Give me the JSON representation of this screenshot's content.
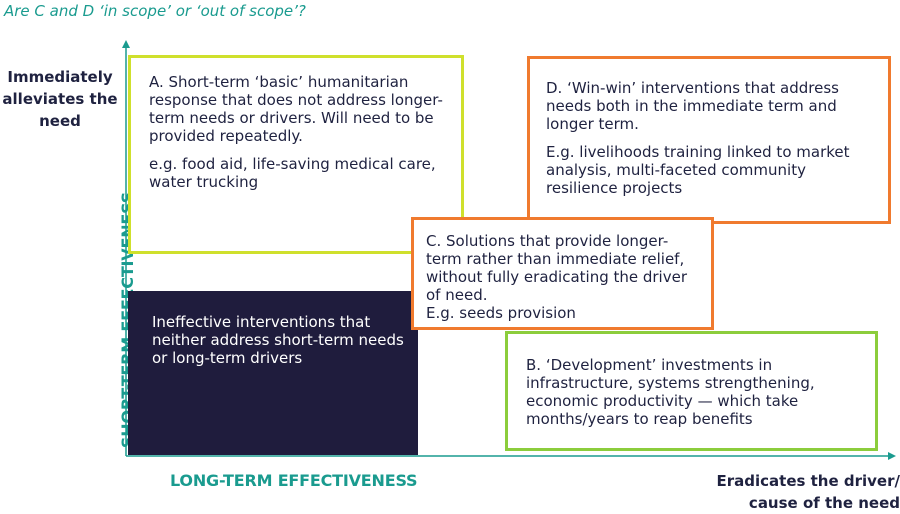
{
  "question": "Are C and D ‘in scope’ or ‘out of scope’?",
  "axes": {
    "y_top_label": "Immediately alleviates the need",
    "y_axis_title": "SHORT-TERM EFFECTIVENESS",
    "x_axis_title": "LONG-TERM EFFECTIVENESS",
    "x_right_label_line1": "Eradicates the driver/",
    "x_right_label_line2": "cause of the need"
  },
  "boxes": {
    "a": {
      "text": "A. Short-term ‘basic’ humanitarian response that does not address longer-term needs or drivers. Will need to be provided repeatedly.",
      "example": "e.g. food aid, life-saving medical care, water trucking"
    },
    "d": {
      "text": "D. ‘Win-win’ interventions that address needs both in the immediate term and longer term.",
      "example": "E.g. livelihoods training linked to market analysis, multi-faceted community resilience projects"
    },
    "c": {
      "text": "C. Solutions that provide longer-term rather than immediate relief, without fully eradicating the driver of need.",
      "example": "E.g. seeds provision"
    },
    "b": {
      "text": "B. ‘Development’ investments in infrastructure, systems strengthening, economic productivity — which take months/years to reap benefits"
    },
    "ineffective": {
      "text": "Ineffective interventions that neither address short-term needs or long-term drivers"
    }
  },
  "colors": {
    "teal": "#1a9b8f",
    "yellow_green": "#cfe02c",
    "orange": "#f07a2e",
    "green": "#8ccd3c",
    "dark_navy": "#1f1c3d"
  }
}
